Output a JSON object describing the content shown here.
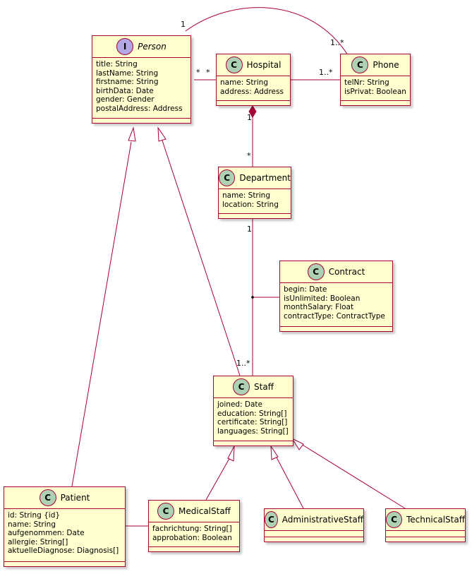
{
  "classes": {
    "person": {
      "name": "Person",
      "stereotype": "I",
      "attributes": [
        "title: String",
        "lastName: String",
        "firstname: String",
        "birthData: Date",
        "gender: Gender",
        "postalAddress: Address"
      ]
    },
    "hospital": {
      "name": "Hospital",
      "stereotype": "C",
      "attributes": [
        "name: String",
        "address: Address"
      ]
    },
    "phone": {
      "name": "Phone",
      "stereotype": "C",
      "attributes": [
        "telNr: String",
        "isPrivat: Boolean"
      ]
    },
    "department": {
      "name": "Department",
      "stereotype": "C",
      "attributes": [
        "name: String",
        "location: String"
      ]
    },
    "contract": {
      "name": "Contract",
      "stereotype": "C",
      "attributes": [
        "begin: Date",
        "isUnlimited: Boolean",
        "monthSalary: Float",
        "contractType: ContractType"
      ]
    },
    "staff": {
      "name": "Staff",
      "stereotype": "C",
      "attributes": [
        "joined: Date",
        "education: String[]",
        "certificate: String[]",
        "languages: String[]"
      ]
    },
    "patient": {
      "name": "Patient",
      "stereotype": "C",
      "attributes": [
        "id: String {id}",
        "name: String",
        "aufgenommen: Date",
        "allergie: String[]",
        "aktuelleDiagnose: Diagnosis[]"
      ]
    },
    "medical": {
      "name": "MedicalStaff",
      "stereotype": "C",
      "attributes": [
        "fachrichtung: String[]",
        "approbation: Boolean"
      ]
    },
    "administrative": {
      "name": "AdministrativeStaff",
      "stereotype": "C",
      "attributes": []
    },
    "technical": {
      "name": "TechnicalStaff",
      "stereotype": "C",
      "attributes": []
    }
  },
  "multiplicities": {
    "person_phone_person": "1",
    "person_phone_phone": "1..*",
    "person_hospital_person": "*",
    "person_hospital_hospital": "*",
    "hospital_phone_phone": "1..*",
    "hospital_department_hospital": "1",
    "hospital_department_department": "*",
    "department_staff_department": "1",
    "department_staff_staff": "1..*"
  },
  "colors": {
    "line": "#A80036",
    "box_fill": "#FEFECE",
    "class_stereotype": "#ADD1B2",
    "interface_stereotype": "#B4A7E5"
  }
}
